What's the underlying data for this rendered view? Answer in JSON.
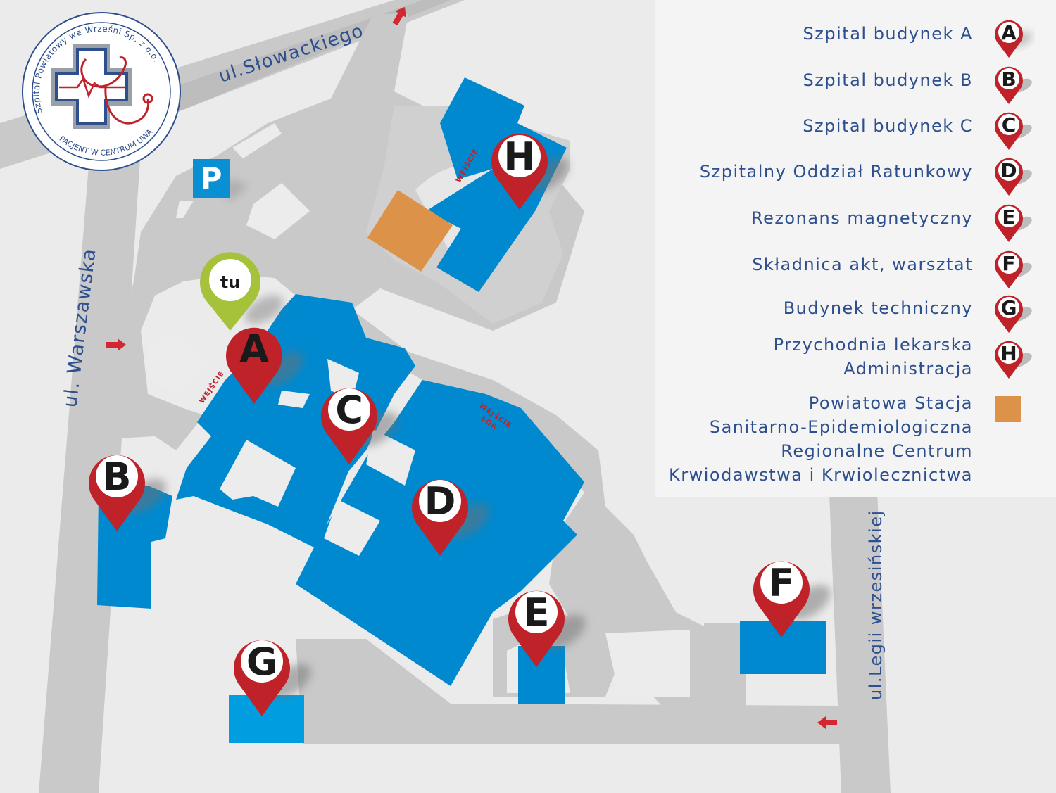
{
  "logo": {
    "ring_text": "Szpital Powiatowy we Wrześni Sp. z o.o.",
    "bottom_text": "PACJENT W CENTRUM UWAGI"
  },
  "streets": {
    "slowackiego": "ul.Słowackiego",
    "warszawska": "ul. Warszawska",
    "legii": "ul.Legii  wrzesińskiej"
  },
  "parking": {
    "label": "P"
  },
  "you_are_here": {
    "label": "tu"
  },
  "entrances": {
    "a": "WEJŚCIE",
    "h": "WEJŚCIE",
    "sor_line1": "WEJŚCIE",
    "sor_line2": "SOR"
  },
  "map_pins": {
    "A": "A",
    "B": "B",
    "C": "C",
    "D": "D",
    "E": "E",
    "F": "F",
    "G": "G",
    "H": "H"
  },
  "legend": [
    {
      "letter": "A",
      "lines": [
        "Szpital budynek A"
      ]
    },
    {
      "letter": "B",
      "lines": [
        "Szpital budynek B"
      ]
    },
    {
      "letter": "C",
      "lines": [
        "Szpital budynek C"
      ]
    },
    {
      "letter": "D",
      "lines": [
        "Szpitalny Oddział Ratunkowy"
      ]
    },
    {
      "letter": "E",
      "lines": [
        "Rezonans magnetyczny"
      ]
    },
    {
      "letter": "F",
      "lines": [
        "Składnica akt, warsztat"
      ]
    },
    {
      "letter": "G",
      "lines": [
        "Budynek techniczny"
      ]
    },
    {
      "letter": "H",
      "lines": [
        "Przychodnia lekarska",
        "Administracja"
      ]
    }
  ],
  "legend_orange": {
    "lines": [
      "Powiatowa Stacja",
      "Sanitarno-Epidemiologiczna",
      "Regionalne Centrum",
      "Krwiodawstwa i Krwiolecznictwa"
    ]
  },
  "colors": {
    "building_blue": "#0089cf",
    "road_gray": "#c8c8c8",
    "pin_red": "#c0222a",
    "pin_green": "#a6c23a",
    "orange": "#dd924a",
    "text_blue": "#2d4f8e",
    "arrow_red": "#d22630"
  }
}
